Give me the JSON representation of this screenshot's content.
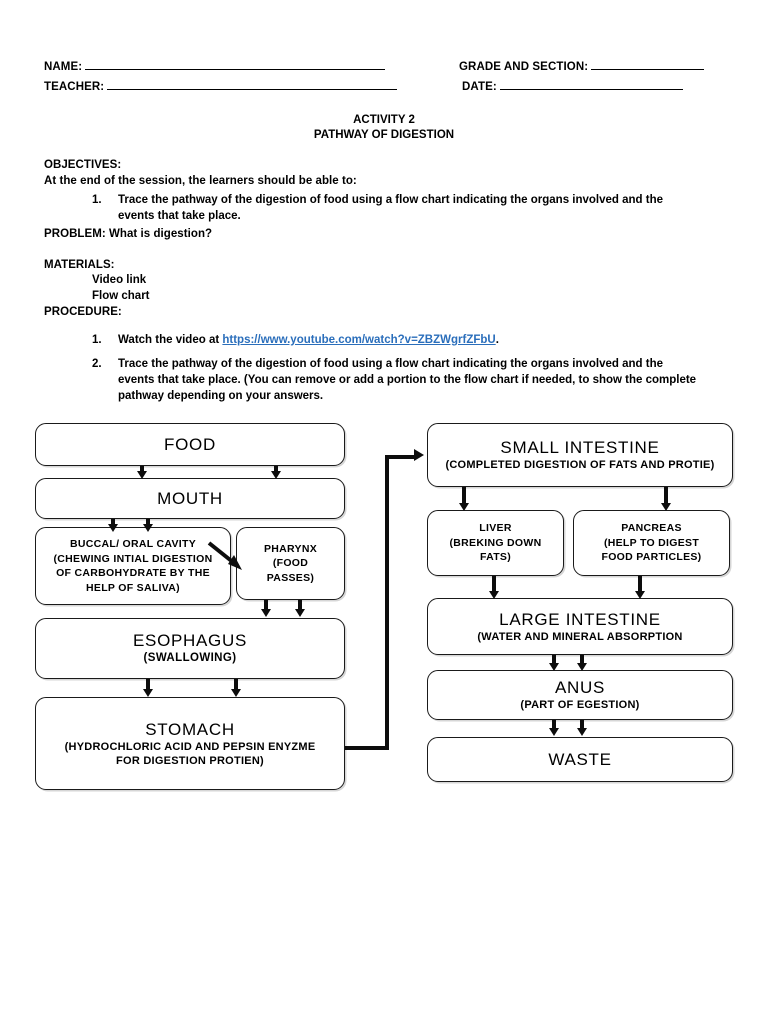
{
  "header": {
    "name_label": "NAME:",
    "teacher_label": "TEACHER:",
    "grade_label": "GRADE AND SECTION:",
    "date_label": "DATE:"
  },
  "title": {
    "line1": "ACTIVITY 2",
    "line2": "PATHWAY OF DIGESTION"
  },
  "body": {
    "objectives_label": "OBJECTIVES:",
    "objectives_intro": "At the end of the session, the learners should be able to:",
    "objective_1_marker": "1.",
    "objective_1": "Trace the pathway of the digestion of food using a flow chart indicating the organs involved and the events that take place.",
    "problem": "PROBLEM: What is digestion?",
    "materials_label": "MATERIALS:",
    "material_1": "Video link",
    "material_2": "Flow chart",
    "procedure_label": "PROCEDURE:",
    "procedure_1_marker": "1.",
    "procedure_1_prefix": "Watch the video at ",
    "procedure_1_link": "https://www.youtube.com/watch?v=ZBZWgrfZFbU",
    "procedure_1_suffix": ".",
    "procedure_2_marker": "2.",
    "procedure_2": "Trace the pathway of the digestion of food using a flow chart indicating the organs involved and the events that take place. (You can remove or add  a portion to the flow chart if needed,  to show the complete pathway depending on your answers."
  },
  "link_color": "#2a6ebb",
  "flowchart": {
    "type": "flowchart",
    "nodes": [
      {
        "id": "food",
        "title": "FOOD",
        "subtitle": ""
      },
      {
        "id": "mouth",
        "title": "MOUTH",
        "subtitle": ""
      },
      {
        "id": "buccal",
        "title": "BUCCAL/ ORAL CAVITY",
        "subtitle": "(CHEWING INTIAL DIGESTION OF CARBOHYDRATE BY THE HELP OF SALIVA)"
      },
      {
        "id": "pharynx",
        "title": "PHARYNX",
        "subtitle": "(FOOD PASSES)"
      },
      {
        "id": "esophagus",
        "title": "ESOPHAGUS",
        "subtitle": "(SWALLOWING)"
      },
      {
        "id": "stomach",
        "title": "STOMACH",
        "subtitle": "(HYDROCHLORIC ACID AND PEPSIN ENYZME FOR DIGESTION PROTIEN)"
      },
      {
        "id": "small",
        "title": "SMALL INTESTINE",
        "subtitle": "(COMPLETED DIGESTION OF FATS AND PROTIE)"
      },
      {
        "id": "liver",
        "title": "LIVER",
        "subtitle": "(BREKING DOWN FATS)"
      },
      {
        "id": "pancreas",
        "title": "PANCREAS",
        "subtitle": "(HELP TO DIGEST FOOD PARTICLES)"
      },
      {
        "id": "large",
        "title": "LARGE INTESTINE",
        "subtitle": "(WATER AND MINERAL ABSORPTION"
      },
      {
        "id": "anus",
        "title": "ANUS",
        "subtitle": "(PART OF EGESTION)"
      },
      {
        "id": "waste",
        "title": "WASTE",
        "subtitle": ""
      }
    ],
    "edges": [
      {
        "from": "food",
        "to": "mouth"
      },
      {
        "from": "mouth",
        "to": "buccal"
      },
      {
        "from": "buccal",
        "to": "pharynx"
      },
      {
        "from": "pharynx",
        "to": "esophagus"
      },
      {
        "from": "esophagus",
        "to": "stomach"
      },
      {
        "from": "stomach",
        "to": "small"
      },
      {
        "from": "small",
        "to": "liver"
      },
      {
        "from": "small",
        "to": "pancreas"
      },
      {
        "from": "liver",
        "to": "large"
      },
      {
        "from": "pancreas",
        "to": "large"
      },
      {
        "from": "large",
        "to": "anus"
      },
      {
        "from": "anus",
        "to": "waste"
      }
    ]
  },
  "node_text": {
    "food_title": "FOOD",
    "mouth_title": "MOUTH",
    "buccal_title": "BUCCAL/ ORAL CAVITY",
    "buccal_l1": "(CHEWING INTIAL DIGESTION",
    "buccal_l2": "OF CARBOHYDRATE BY THE",
    "buccal_l3": "HELP OF SALIVA)",
    "pharynx_title": "PHARYNX",
    "pharynx_l1": "(FOOD",
    "pharynx_l2": "PASSES)",
    "esophagus_title": "ESOPHAGUS",
    "esophagus_sub": "(SWALLOWING)",
    "stomach_title": "STOMACH",
    "stomach_l1": "(HYDROCHLORIC ACID AND PEPSIN ENYZME",
    "stomach_l2": "FOR DIGESTION PROTIEN)",
    "small_title": "SMALL INTESTINE",
    "small_sub": "(COMPLETED DIGESTION OF FATS AND PROTIE)",
    "liver_title": "LIVER",
    "liver_l1": "(BREKING DOWN",
    "liver_l2": "FATS)",
    "pancreas_title": "PANCREAS",
    "pancreas_l1": "(HELP TO DIGEST",
    "pancreas_l2": "FOOD PARTICLES)",
    "large_title": "LARGE INTESTINE",
    "large_sub": "(WATER AND MINERAL ABSORPTION",
    "anus_title": "ANUS",
    "anus_sub": "(PART OF EGESTION)",
    "waste_title": "WASTE"
  }
}
